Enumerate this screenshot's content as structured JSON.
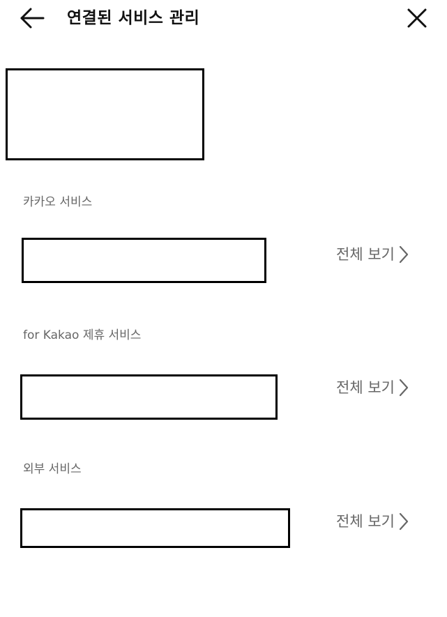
{
  "header": {
    "title": "연결된 서비스 관리",
    "back_icon": "arrow-left-icon",
    "close_icon": "close-icon"
  },
  "sections": [
    {
      "label": "카카오 서비스",
      "view_all_label": "전체 보기"
    },
    {
      "label": "for Kakao 제휴 서비스",
      "view_all_label": "전체 보기"
    },
    {
      "label": "외부 서비스",
      "view_all_label": "전체 보기"
    }
  ],
  "colors": {
    "text_primary": "#111111",
    "text_secondary": "#666666",
    "redaction_border": "#000000",
    "background": "#ffffff"
  }
}
